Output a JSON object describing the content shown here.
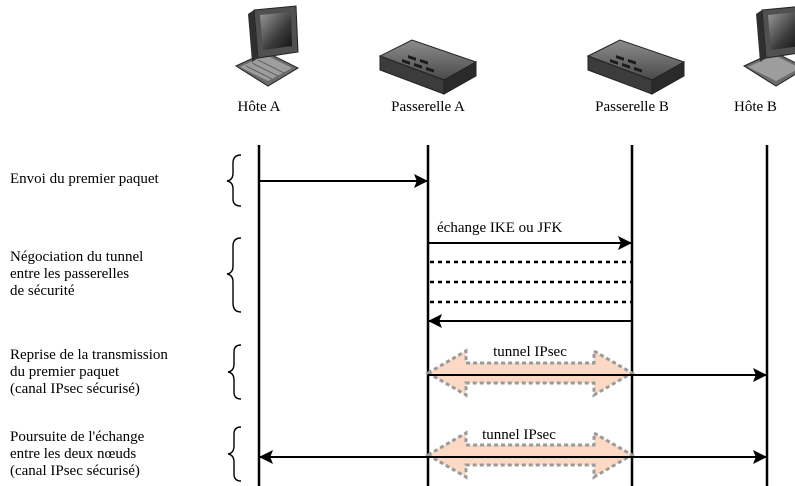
{
  "nodes": [
    {
      "id": "hote-a",
      "label": "Hôte A",
      "kind": "computer"
    },
    {
      "id": "passerelle-a",
      "label": "Passerelle A",
      "kind": "gateway"
    },
    {
      "id": "passerelle-b",
      "label": "Passerelle B",
      "kind": "gateway"
    },
    {
      "id": "hote-b",
      "label": "Hôte B",
      "kind": "computer"
    }
  ],
  "phases": [
    {
      "id": "envoi",
      "lines": [
        "Envoi du premier paquet"
      ]
    },
    {
      "id": "negociation",
      "lines": [
        "Négociation du tunnel",
        "entre les passerelles",
        "de sécurité"
      ]
    },
    {
      "id": "reprise",
      "lines": [
        "Reprise de la transmission",
        "du premier paquet",
        "(canal IPsec sécurisé)"
      ]
    },
    {
      "id": "poursuite",
      "lines": [
        "Poursuite de l'échange",
        "entre les deux nœuds",
        "(canal IPsec sécurisé)"
      ]
    }
  ],
  "messages": {
    "ike_label": "échange IKE ou JFK",
    "tunnel_label": "tunnel IPsec"
  },
  "colors": {
    "tunnel_fill": "#fbd9c4",
    "tunnel_stroke": "#9a9a9a",
    "line": "#000000"
  }
}
